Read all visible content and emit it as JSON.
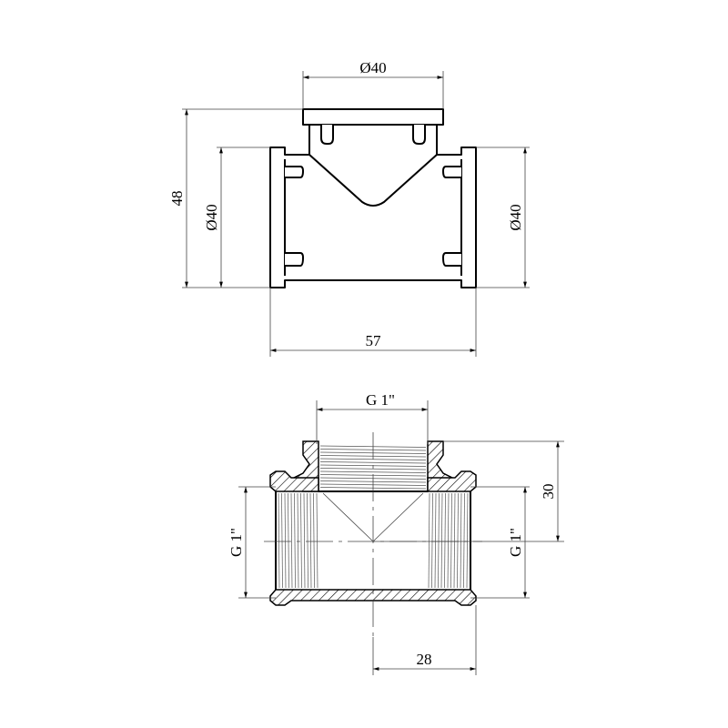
{
  "top_view": {
    "dim_top_diameter": "Ø40",
    "dim_height": "48",
    "dim_left_diameter": "Ø40",
    "dim_right_diameter": "Ø40",
    "dim_width": "57"
  },
  "section_view": {
    "dim_top_thread": "G 1\"",
    "dim_left_thread": "G 1\"",
    "dim_right_thread": "G 1\"",
    "dim_center_height": "30",
    "dim_half_width": "28"
  }
}
